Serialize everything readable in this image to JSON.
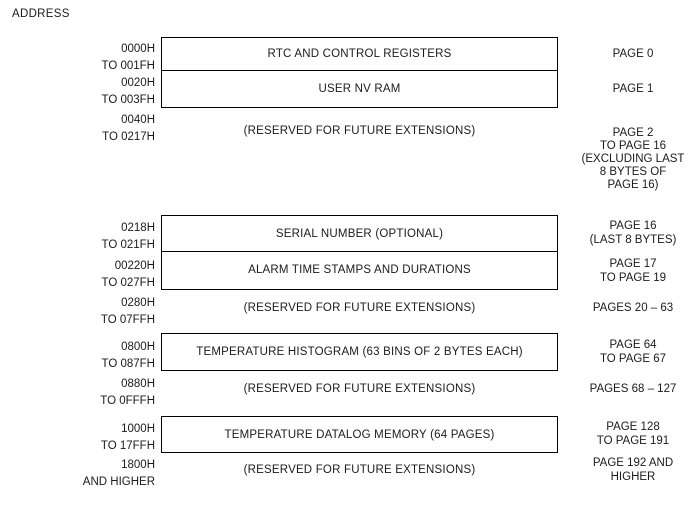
{
  "colors": {
    "background": "#ffffff",
    "text": "#1b1b1b",
    "border": "#000000"
  },
  "diagram": {
    "title": "ADDRESS",
    "rows": [
      {
        "type": "box",
        "address": [
          "0000H",
          "TO 001FH"
        ],
        "label": "RTC AND CONTROL REGISTERS",
        "page": [
          "PAGE 0"
        ]
      },
      {
        "type": "box",
        "address": [
          "0020H",
          "TO 003FH"
        ],
        "label": "USER NV RAM",
        "page": [
          "PAGE 1"
        ]
      },
      {
        "type": "reserved",
        "address": [
          "0040H",
          "TO 0217H"
        ],
        "label": "(RESERVED FOR FUTURE EXTENSIONS)",
        "page": [
          "PAGE 2",
          "TO PAGE 16",
          "(EXCLUDING LAST",
          "8 BYTES OF",
          "PAGE 16)"
        ]
      },
      {
        "type": "box",
        "address": [
          "0218H",
          "TO 021FH"
        ],
        "label": "SERIAL NUMBER (OPTIONAL)",
        "page": [
          "PAGE 16",
          "(LAST 8 BYTES)"
        ]
      },
      {
        "type": "box",
        "address": [
          "00220H",
          "TO 027FH"
        ],
        "label": "ALARM TIME STAMPS AND DURATIONS",
        "page": [
          "PAGE 17",
          "TO PAGE 19"
        ]
      },
      {
        "type": "reserved",
        "address": [
          "0280H",
          "TO 07FFH"
        ],
        "label": "(RESERVED FOR FUTURE EXTENSIONS)",
        "page": [
          "PAGES 20 – 63"
        ]
      },
      {
        "type": "box",
        "address": [
          "0800H",
          "TO 087FH"
        ],
        "label": "TEMPERATURE HISTOGRAM (63 BINS OF 2 BYTES EACH)",
        "page": [
          "PAGE 64",
          "TO PAGE 67"
        ]
      },
      {
        "type": "reserved",
        "address": [
          "0880H",
          "TO 0FFFH"
        ],
        "label": "(RESERVED FOR FUTURE EXTENSIONS)",
        "page": [
          "PAGES 68 – 127"
        ]
      },
      {
        "type": "box",
        "address": [
          "1000H",
          "TO 17FFH"
        ],
        "label": "TEMPERATURE DATALOG MEMORY (64 PAGES)",
        "page": [
          "PAGE 128",
          "TO PAGE 191"
        ]
      },
      {
        "type": "reserved",
        "address": [
          "1800H",
          "AND HIGHER"
        ],
        "label": "(RESERVED FOR FUTURE EXTENSIONS)",
        "page": [
          "PAGE 192 AND",
          "HIGHER"
        ]
      }
    ]
  }
}
